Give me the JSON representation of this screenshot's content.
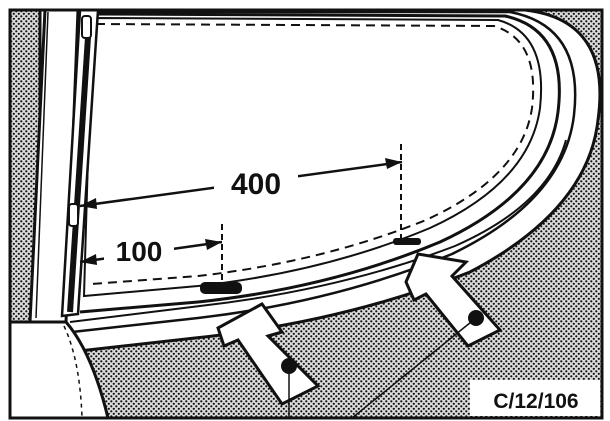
{
  "diagram": {
    "dimension_400": "400",
    "dimension_100": "100",
    "figure_ref": "C/12/106"
  },
  "colors": {
    "ink": "#111111",
    "paper": "#ffffff",
    "stipple_bg": "#d6d6d6"
  }
}
